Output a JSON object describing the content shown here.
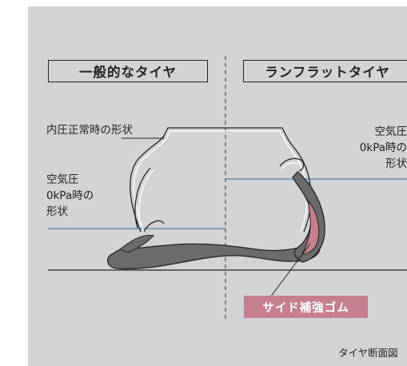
{
  "headers": {
    "left": "一般的なタイヤ",
    "right": "ランフラットタイヤ"
  },
  "labels": {
    "normal_pressure": "内圧正常時の形状",
    "zero_left": [
      "空気圧",
      "0kPa時の",
      "形状"
    ],
    "zero_right": [
      "空気圧",
      "0kPa時の",
      "形状"
    ],
    "side_reinforcement": "サイド補強ゴム",
    "caption": "タイヤ断面図"
  },
  "colors": {
    "background": "#d1d3d4",
    "reference_line": "#6b8fb8",
    "rubber": "#6b6b6b",
    "reinforcement": "#c57f8f",
    "ink": "#222222"
  }
}
